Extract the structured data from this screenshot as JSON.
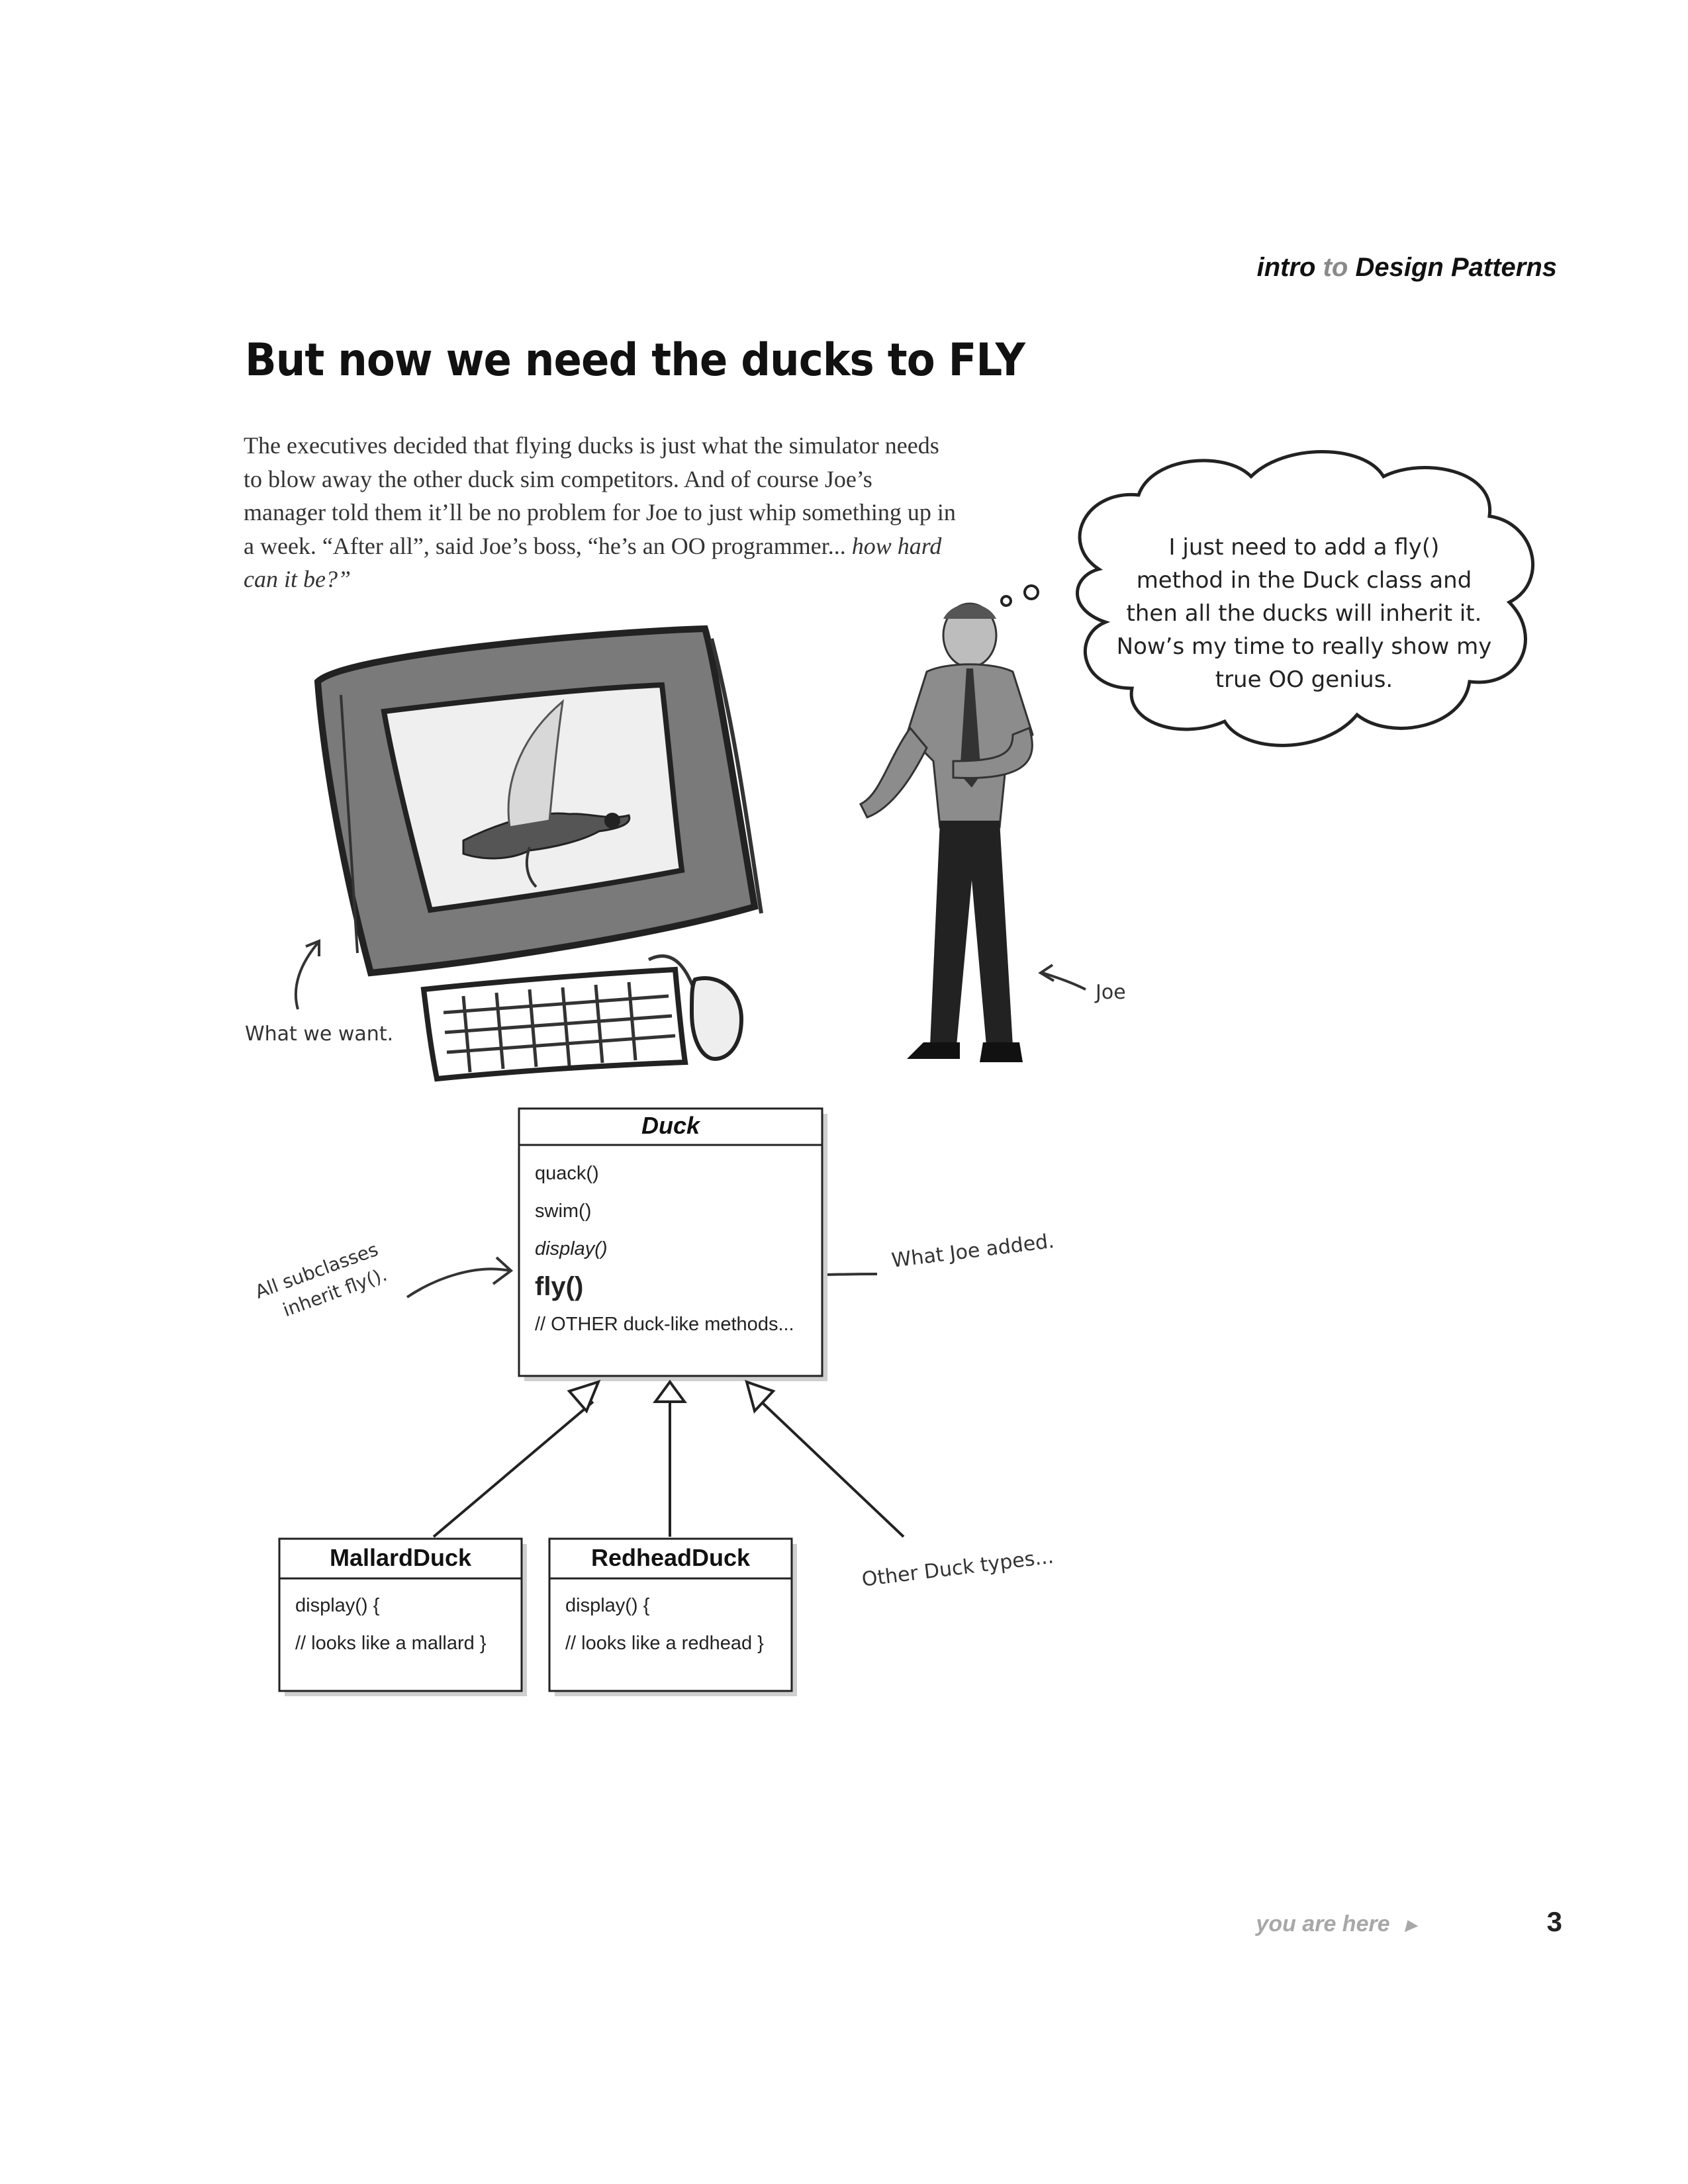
{
  "header": {
    "prefix": "intro",
    "to": "to",
    "suffix": "Design Patterns"
  },
  "title": "But now we need the ducks to FLY",
  "intro": {
    "text": "The executives decided that flying ducks is just what the simulator needs to blow away the other duck sim competitors. And of course Joe’s manager told them it’ll be no problem for Joe to just whip something up in a week. “After all”, said Joe’s boss, “he’s an OO programmer...",
    "italic": "how hard can it be?”"
  },
  "thought_bubble": [
    "I just need to add a fly()",
    "method in the Duck class and",
    "then all the ducks will inherit it.",
    "Now’s my time to really show my",
    "true OO genius."
  ],
  "annotations": {
    "what_we_want": "What we want.",
    "joe": "Joe",
    "what_joe_added": "What Joe added.",
    "all_subclasses": [
      "All subclasses",
      "inherit fly()."
    ],
    "other_duck_types": "Other Duck types..."
  },
  "uml": {
    "duck": {
      "name": "Duck",
      "methods": [
        "quack()",
        "swim()",
        "display()",
        "fly()",
        "// OTHER duck-like methods..."
      ]
    },
    "mallard": {
      "name": "MallardDuck",
      "lines": [
        "display() {",
        "// looks like a mallard }"
      ]
    },
    "redhead": {
      "name": "RedheadDuck",
      "lines": [
        "display() {",
        "// looks like a redhead }"
      ]
    }
  },
  "footer": {
    "you_are_here": "you are here",
    "page_number": "3"
  }
}
